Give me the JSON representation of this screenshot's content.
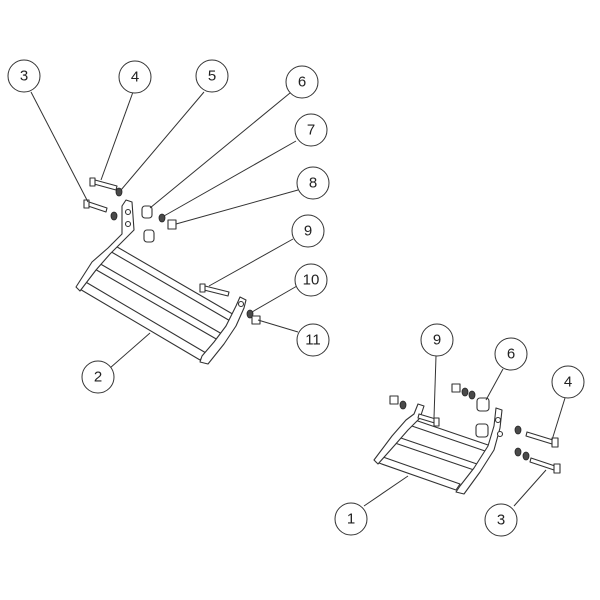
{
  "diagram": {
    "callouts_assembly_a": [
      {
        "id": "a3",
        "label": "3"
      },
      {
        "id": "a4",
        "label": "4"
      },
      {
        "id": "a5",
        "label": "5"
      },
      {
        "id": "a6",
        "label": "6"
      },
      {
        "id": "a7",
        "label": "7"
      },
      {
        "id": "a8",
        "label": "8"
      },
      {
        "id": "a9",
        "label": "9"
      },
      {
        "id": "a10",
        "label": "10"
      },
      {
        "id": "a11",
        "label": "11"
      },
      {
        "id": "a2",
        "label": "2"
      }
    ],
    "callouts_assembly_b": [
      {
        "id": "b9",
        "label": "9"
      },
      {
        "id": "b6",
        "label": "6"
      },
      {
        "id": "b4",
        "label": "4"
      },
      {
        "id": "b1",
        "label": "1"
      },
      {
        "id": "b3",
        "label": "3"
      }
    ]
  }
}
